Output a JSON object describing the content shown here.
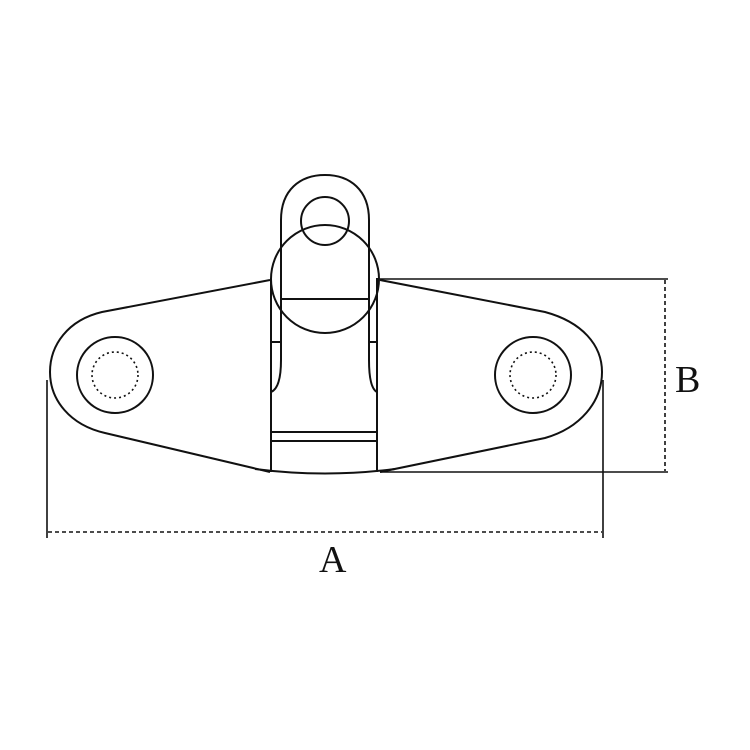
{
  "drawing": {
    "subject": "deck hinge / swivel pad eye technical drawing",
    "stroke_color": "#111111",
    "background": "#ffffff"
  },
  "dimensions": {
    "a": {
      "label": "A",
      "orientation": "horizontal",
      "meaning": "overall length"
    },
    "b": {
      "label": "B",
      "orientation": "vertical",
      "meaning": "base height"
    }
  }
}
